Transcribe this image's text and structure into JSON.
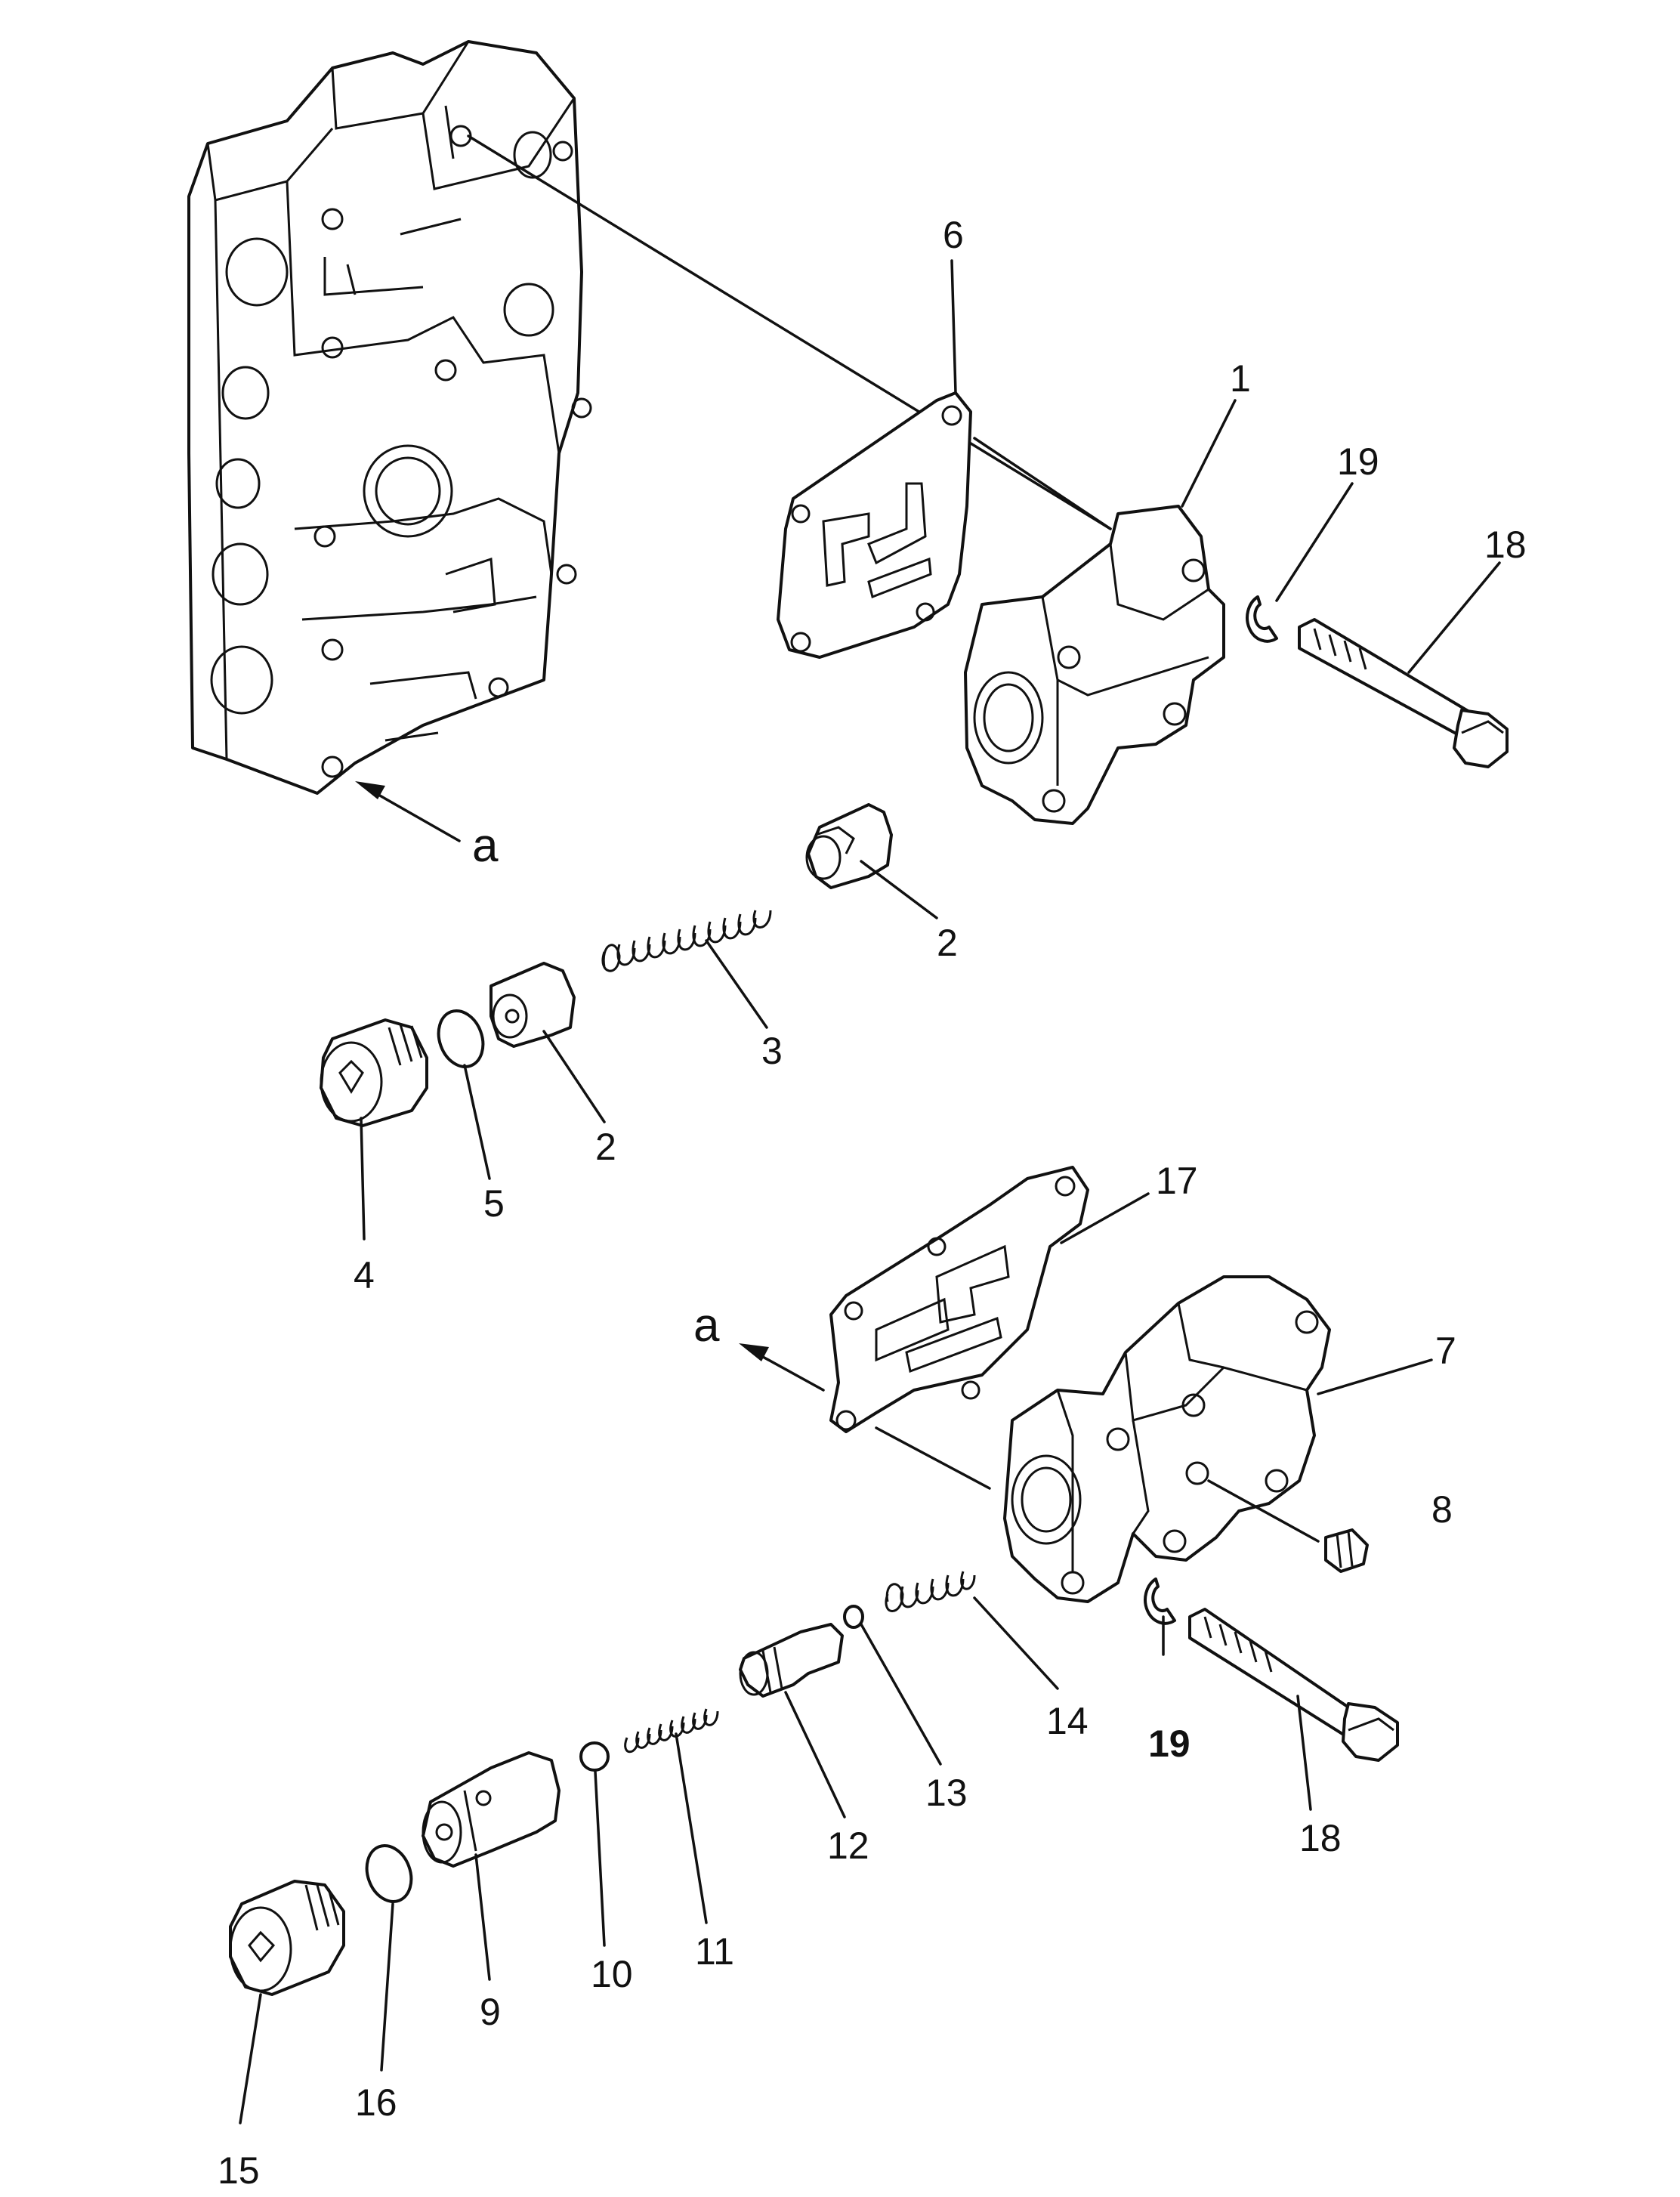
{
  "diagram": {
    "reference_letter": "a",
    "callouts": {
      "c1": "1",
      "c2a": "2",
      "c2b": "2",
      "c3": "3",
      "c4": "4",
      "c5": "5",
      "c6": "6",
      "c7": "7",
      "c8": "8",
      "c9": "9",
      "c10": "10",
      "c11": "11",
      "c12": "12",
      "c13": "13",
      "c14": "14",
      "c15": "15",
      "c16": "16",
      "c17": "17",
      "c18a": "18",
      "c18b": "18",
      "c19a": "19",
      "c19b": "19"
    }
  }
}
